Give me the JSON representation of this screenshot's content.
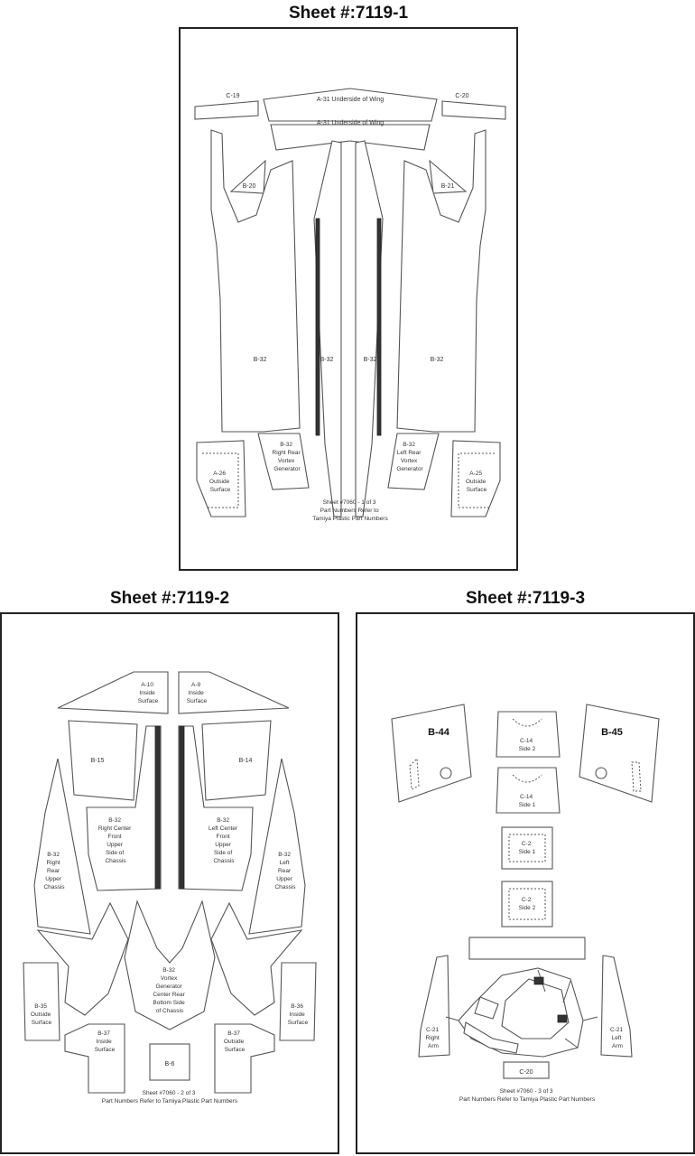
{
  "sheets": [
    {
      "title": "Sheet #:7119-1",
      "footer": [
        "Sheet #7060 - 1 of 3",
        "Part Numbers Refer to",
        "Tamiya Plastic Part Numbers"
      ],
      "parts": {
        "c19": "C-19",
        "c20": "C-20",
        "a31a": "A-31 Underside of Wing",
        "a31b": "A-31 Underside of Wing",
        "b20": "B-20",
        "b21": "B-21",
        "b32_1": "B-32",
        "b32_2": "B-32",
        "b32_3": "B-32",
        "b32_4": "B-32",
        "rear_right": [
          "B-32",
          "Right Rear",
          "Vortex",
          "Generator"
        ],
        "rear_left": [
          "B-32",
          "Left Rear",
          "Vortex",
          "Generator"
        ],
        "a26_left": [
          "A-26",
          "Outside",
          "Surface"
        ],
        "a25_right": [
          "A-25",
          "Outside",
          "Surface"
        ]
      }
    },
    {
      "title": "Sheet #:7119-2",
      "footer": [
        "Sheet #7060 - 2 of 3",
        "Part Numbers Refer to Tamiya Plastic Part Numbers"
      ],
      "parts": {
        "a10": [
          "A-10",
          "Inside",
          "Surface"
        ],
        "a9": [
          "A-9",
          "Inside",
          "Surface"
        ],
        "b15": "B-15",
        "b14": "B-14",
        "rcf": [
          "B-32",
          "Right Center",
          "Front",
          "Upper",
          "Side of",
          "Chassis"
        ],
        "lcf": [
          "B-32",
          "Left Center",
          "Front",
          "Upper",
          "Side of",
          "Chassis"
        ],
        "rru": [
          "B-32",
          "Right",
          "Rear",
          "Upper",
          "Chassis"
        ],
        "lru": [
          "B-32",
          "Left",
          "Rear",
          "Upper",
          "Chassis"
        ],
        "vortex": [
          "B-32",
          "Vortex",
          "Generator",
          "Center Rear",
          "Bottom Side",
          "of Chassis"
        ],
        "b35": [
          "B-35",
          "Outside",
          "Surface"
        ],
        "b36": [
          "B-36",
          "Inside",
          "Surface"
        ],
        "b37a": [
          "B-37",
          "Inside",
          "Surface"
        ],
        "b37b": [
          "B-37",
          "Outside",
          "Surface"
        ],
        "b6": "B-6"
      }
    },
    {
      "title": "Sheet #:7119-3",
      "footer": [
        "Sheet #7060 - 3 of 3",
        "Part Numbers Refer to Tamiya Plastic Part Numbers"
      ],
      "parts": {
        "b44": "B-44",
        "b45": "B-45",
        "c14a": [
          "C-14",
          "Side 2"
        ],
        "c14b": [
          "C-14",
          "Side 1"
        ],
        "c2a": [
          "C-2",
          "Side 1"
        ],
        "c2b": [
          "C-2",
          "Side 2"
        ],
        "c21r": [
          "C-21",
          "Right",
          "Arm"
        ],
        "c21l": [
          "C-21",
          "Left",
          "Arm"
        ],
        "c20": "C-20"
      }
    }
  ]
}
